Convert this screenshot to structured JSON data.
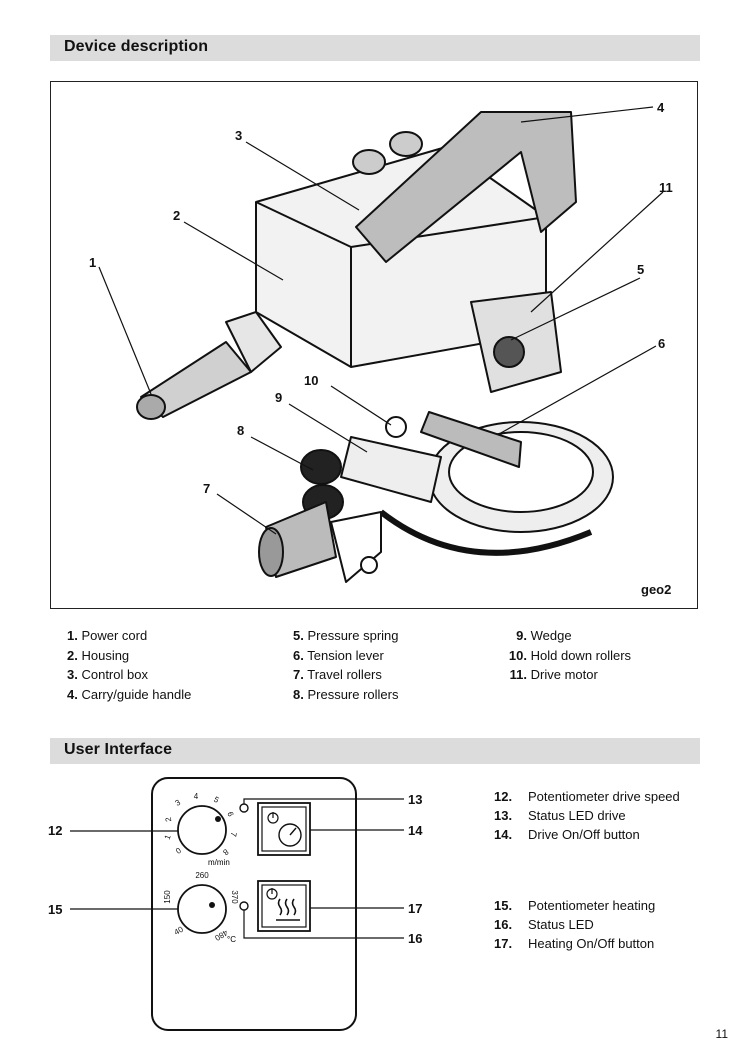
{
  "device_description": {
    "title": "Device description",
    "figure_code": "geo2",
    "callouts": [
      "1",
      "2",
      "3",
      "4",
      "5",
      "6",
      "7",
      "8",
      "9",
      "10",
      "11"
    ],
    "legend": [
      {
        "num": "1.",
        "label": "Power cord"
      },
      {
        "num": "2.",
        "label": "Housing"
      },
      {
        "num": "3.",
        "label": "Control box"
      },
      {
        "num": "4.",
        "label": "Carry/guide handle"
      },
      {
        "num": "5.",
        "label": "Pressure spring"
      },
      {
        "num": "6.",
        "label": "Tension lever"
      },
      {
        "num": "7.",
        "label": "Travel rollers"
      },
      {
        "num": "8.",
        "label": "Pressure rollers"
      },
      {
        "num": "9.",
        "label": "Wedge"
      },
      {
        "num": "10.",
        "label": "Hold down rollers"
      },
      {
        "num": "11.",
        "label": "Drive motor"
      }
    ]
  },
  "user_interface": {
    "title": "User Interface",
    "callouts": [
      "12",
      "13",
      "14",
      "15",
      "16",
      "17"
    ],
    "speed_dial": {
      "ticks": [
        "0",
        "1",
        "2",
        "3",
        "4",
        "5",
        "6",
        "7",
        "8"
      ],
      "unit": "m/min"
    },
    "heat_dial": {
      "ticks": [
        "40",
        "150",
        "260",
        "370",
        "480"
      ],
      "unit": "°C"
    },
    "legend": [
      {
        "num": "12.",
        "label": "Potentiometer drive speed"
      },
      {
        "num": "13.",
        "label": "Status LED drive"
      },
      {
        "num": "14.",
        "label": "Drive On/Off button"
      },
      {
        "num": "15.",
        "label": "Potentiometer heating"
      },
      {
        "num": "16.",
        "label": "Status LED"
      },
      {
        "num": "17.",
        "label": "Heating On/Off button"
      }
    ]
  },
  "page_number": "11"
}
